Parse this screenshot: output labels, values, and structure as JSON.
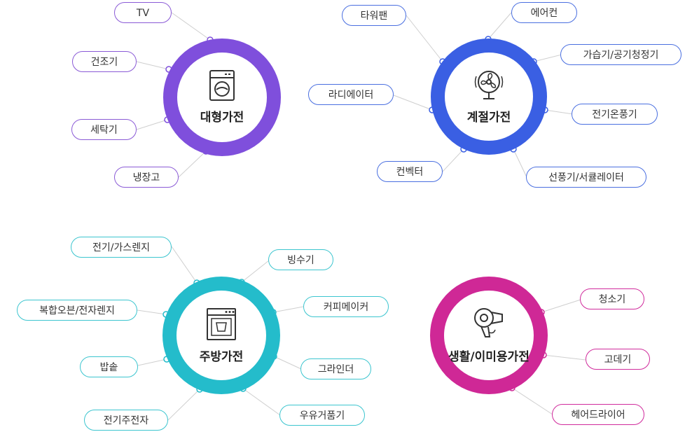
{
  "groups": {
    "large": {
      "title": "대형가전",
      "items": [
        "TV",
        "건조기",
        "세탁기",
        "냉장고"
      ],
      "color": "#7f4fdc",
      "icon": "washing-machine-icon"
    },
    "seasonal": {
      "title": "계절가전",
      "items": [
        "타워팬",
        "에어컨",
        "가습기/공기청정기",
        "라디에이터",
        "전기온풍기",
        "컨벡터",
        "선풍기/서큘레이터"
      ],
      "color": "#3a5fe3",
      "icon": "fan-icon"
    },
    "kitchen": {
      "title": "주방가전",
      "items": [
        "전기/가스렌지",
        "빙수기",
        "복합오븐/전자렌지",
        "커피메이커",
        "밥솥",
        "그라인더",
        "전기주전자",
        "우유거품기"
      ],
      "color": "#24bccb",
      "icon": "dishwasher-icon"
    },
    "living": {
      "title": "생활/이미용가전",
      "items": [
        "청소기",
        "고데기",
        "헤어드라이어"
      ],
      "color": "#cf2896",
      "icon": "hair-dryer-icon"
    }
  }
}
